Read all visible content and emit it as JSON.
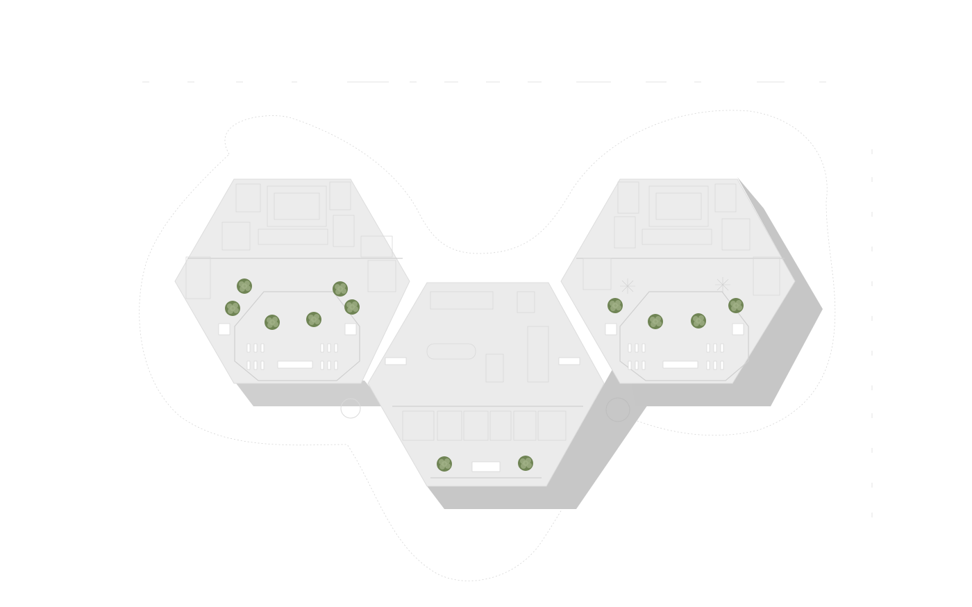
{
  "drawing": {
    "kind": "architectural floor plan",
    "colors": {
      "background": "#ffffff",
      "floor": "#ececec",
      "floor_edge": "#dcdcdc",
      "shadow": "#c9c9c9",
      "shadow_dark": "#bdbdbd",
      "line": "#d2d2d2",
      "site_outline": "#d0d0d0",
      "tree_dark": "#6f8454",
      "tree_light": "#a4b48a"
    },
    "hexagons": [
      {
        "name": "west-hexagon",
        "trees": 6,
        "shape_icon": "hexagon-shape"
      },
      {
        "name": "south-hexagon",
        "trees": 2,
        "shape_icon": "hexagon-shape"
      },
      {
        "name": "east-hexagon",
        "trees": 4,
        "shape_icon": "hexagon-shape"
      }
    ]
  }
}
